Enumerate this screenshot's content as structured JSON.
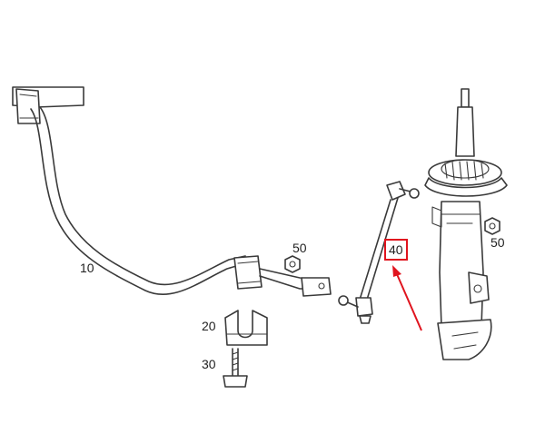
{
  "diagram": {
    "colors": {
      "line": "#3a3a3a",
      "highlight": "#e0141e",
      "text": "#222222"
    },
    "parts": [
      {
        "id": "stabilizer-bar",
        "label": "10"
      },
      {
        "id": "bracket",
        "label": "20"
      },
      {
        "id": "bolt",
        "label": "30"
      },
      {
        "id": "stabilizer-link",
        "label": "40",
        "highlighted": true
      },
      {
        "id": "nut-left",
        "label": "50"
      },
      {
        "id": "nut-right",
        "label": "50"
      }
    ]
  }
}
